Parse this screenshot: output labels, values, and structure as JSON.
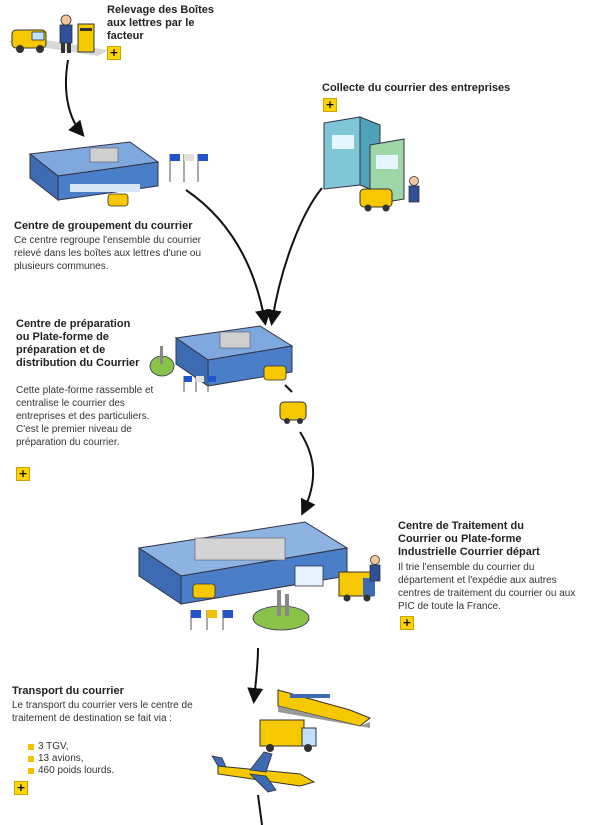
{
  "steps": {
    "releve": {
      "title": "Relevage des Boîtes aux lettres par le facteur"
    },
    "collecte": {
      "title": "Collecte du courrier des entreprises"
    },
    "groupement": {
      "title": "Centre de groupement du courrier",
      "desc": "Ce centre regroupe l'ensemble du courrier relevé dans les boîtes aux lettres d'une ou plusieurs communes."
    },
    "preparation": {
      "title": "Centre de préparation ou Plate-forme de préparation et de distribution du Courrier",
      "desc": "Cette plate-forme rassemble et centralise le courrier des entreprises et des particuliers. C'est le premier niveau de préparation du courrier."
    },
    "traitement": {
      "title": "Centre de Traitement du Courrier ou Plate-forme Industrielle Courrier départ",
      "desc": "Il trie l'ensemble du courrier du département et l'expédie aux autres centres de traitement du courrier ou aux PIC de toute la France."
    },
    "transport": {
      "title": "Transport du courrier",
      "desc": "Le transport du courrier vers le centre de traitement de destination se fait via :",
      "items": [
        "3 TGV,",
        "13 avions,",
        "460 poids lourds."
      ]
    }
  },
  "more_label": "+",
  "colors": {
    "accent": "#ffd400",
    "building": "#4a7ec8",
    "van": "#f5c800",
    "arrow": "#111111"
  },
  "icons": [
    "post-van-icon",
    "mailbox-icon",
    "building-icon",
    "flag-icon",
    "truck-icon",
    "tgv-train-icon",
    "airplane-icon"
  ]
}
